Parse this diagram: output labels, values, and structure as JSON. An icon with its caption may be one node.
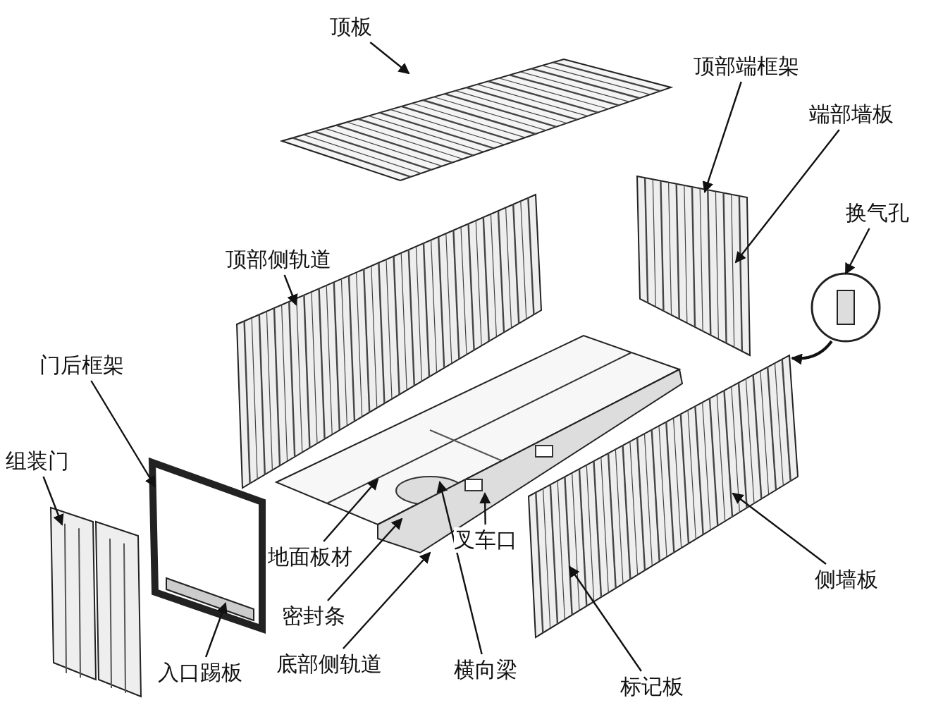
{
  "diagram": {
    "nodes": [
      {
        "text": [
          "顶板"
        ]
      },
      {
        "text": [
          "顶部端框架"
        ]
      },
      {
        "text": [
          "端部墙板"
        ]
      },
      {
        "text": [
          "换气孔"
        ]
      },
      {
        "text": [
          "顶部侧轨道"
        ]
      },
      {
        "text": [
          "门后框架"
        ]
      },
      {
        "text": [
          "组装门"
        ]
      },
      {
        "text": [
          "地面板材"
        ]
      },
      {
        "text": [
          "叉车口"
        ]
      },
      {
        "text": [
          "侧墙板"
        ]
      },
      {
        "text": [
          "密封条"
        ]
      },
      {
        "text": [
          "底部侧轨道"
        ]
      },
      {
        "text": [
          "横向梁"
        ]
      },
      {
        "text": [
          "入口踢板"
        ]
      },
      {
        "text": [
          "标记板"
        ]
      },
      {
        "text": [],
        "shape": "picture"
      },
      {
        "text": [],
        "shape": "picture"
      },
      {
        "text": [],
        "shape": "picture"
      },
      {
        "text": [],
        "shape": "picture"
      },
      {
        "text": [],
        "shape": "picture"
      },
      {
        "text": [],
        "shape": "picture"
      },
      {
        "text": [],
        "shape": "picture"
      },
      {
        "text": [],
        "shape": "circle"
      }
    ],
    "edges": [
      {
        "from": 0,
        "to": 19,
        "arrow": "to"
      },
      {
        "from": 1,
        "to": 21,
        "arrow": "to"
      },
      {
        "from": 2,
        "to": 21,
        "arrow": "to"
      },
      {
        "from": 3,
        "to": 22,
        "arrow": "to"
      },
      {
        "from": 4,
        "to": 17,
        "arrow": "to"
      },
      {
        "from": 5,
        "to": 16,
        "arrow": "to"
      },
      {
        "from": 6,
        "to": 15,
        "arrow": "to"
      },
      {
        "from": 7,
        "to": 18,
        "arrow": "to"
      },
      {
        "from": 8,
        "to": 18,
        "arrow": "to"
      },
      {
        "from": 9,
        "to": 20,
        "arrow": "to"
      },
      {
        "from": 10,
        "to": 18,
        "arrow": "to"
      },
      {
        "from": 11,
        "to": 18,
        "arrow": "to"
      },
      {
        "from": 12,
        "to": 18,
        "arrow": "to"
      },
      {
        "from": 13,
        "to": 16,
        "arrow": "to"
      },
      {
        "from": 14,
        "to": 20,
        "arrow": "to"
      },
      {
        "from": 22,
        "to": 20,
        "arrow": "to"
      }
    ]
  }
}
